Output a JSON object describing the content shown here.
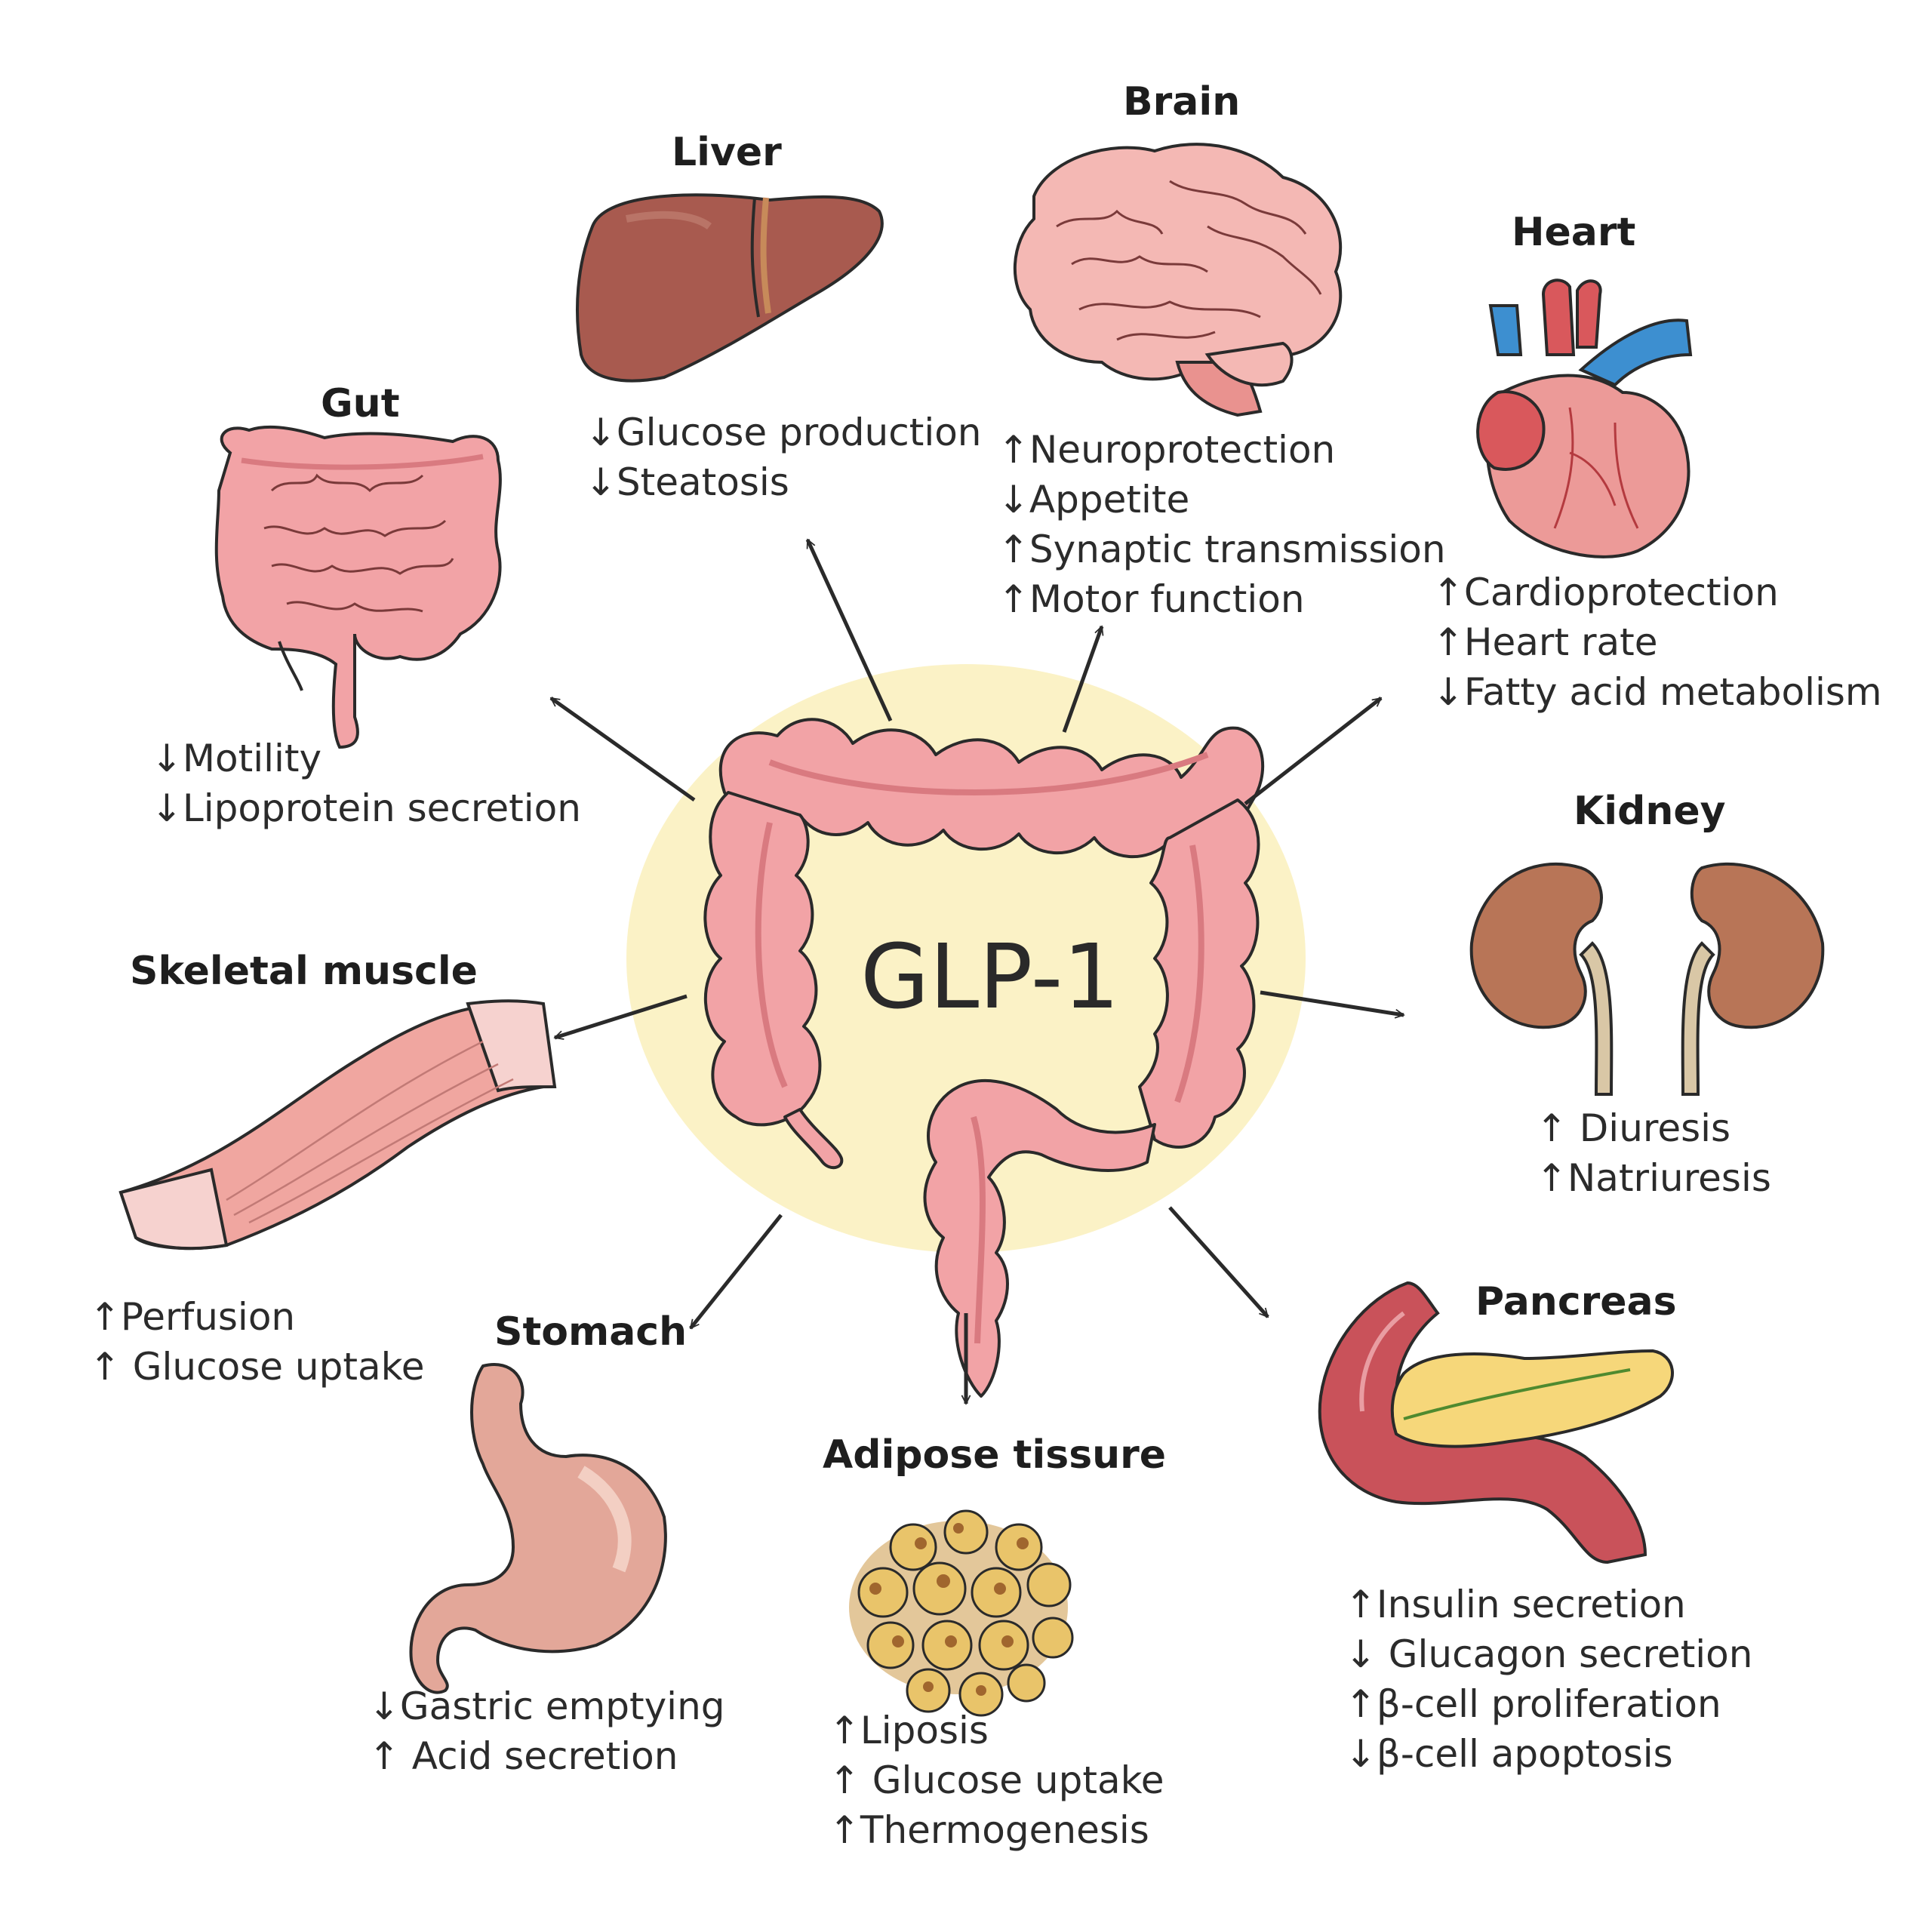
{
  "center": {
    "label": "GLP-1"
  },
  "organs": {
    "liver": {
      "title": "Liver",
      "effects": [
        {
          "dir": "↓",
          "text": "Glucose production"
        },
        {
          "dir": "↓",
          "text": "Steatosis"
        }
      ]
    },
    "brain": {
      "title": "Brain",
      "effects": [
        {
          "dir": "↑",
          "text": "Neuroprotection"
        },
        {
          "dir": "↓",
          "text": "Appetite"
        },
        {
          "dir": "↑",
          "text": "Synaptic transmission"
        },
        {
          "dir": "↑",
          "text": "Motor function"
        }
      ]
    },
    "heart": {
      "title": "Heart",
      "effects": [
        {
          "dir": "↑",
          "text": "Cardioprotection"
        },
        {
          "dir": "↑",
          "text": "Heart rate"
        },
        {
          "dir": "↓",
          "text": "Fatty acid metabolism"
        }
      ]
    },
    "gut": {
      "title": "Gut",
      "effects": [
        {
          "dir": "↓",
          "text": "Motility"
        },
        {
          "dir": "↓",
          "text": "Lipoprotein secretion"
        }
      ]
    },
    "kidney": {
      "title": "Kidney",
      "effects": [
        {
          "dir": "↑",
          "text": " Diuresis"
        },
        {
          "dir": "↑",
          "text": "Natriuresis"
        }
      ]
    },
    "muscle": {
      "title": "Skeletal muscle",
      "effects": [
        {
          "dir": "↑",
          "text": "Perfusion"
        },
        {
          "dir": "↑",
          "text": " Glucose uptake"
        }
      ]
    },
    "stomach": {
      "title": "Stomach",
      "effects": [
        {
          "dir": "↓",
          "text": "Gastric emptying"
        },
        {
          "dir": "↑",
          "text": " Acid secretion"
        }
      ]
    },
    "adipose": {
      "title": "Adipose tissure",
      "effects": [
        {
          "dir": "↑",
          "text": "Liposis"
        },
        {
          "dir": "↑",
          "text": " Glucose uptake"
        },
        {
          "dir": "↑",
          "text": "Thermogenesis"
        }
      ]
    },
    "pancreas": {
      "title": "Pancreas",
      "effects": [
        {
          "dir": "↑",
          "text": "Insulin secretion"
        },
        {
          "dir": "↓",
          "text": " Glucagon secretion"
        },
        {
          "dir": "↑",
          "text": "β-cell proliferation"
        },
        {
          "dir": "↓",
          "text": "β-cell apoptosis"
        }
      ]
    }
  },
  "colors": {
    "center_disc": "#fbf2c6",
    "intestine": "#f2a3a6",
    "intestine_dark": "#d97a80",
    "liver": "#a85a4f",
    "brain": "#f4b8b4",
    "heart_red": "#d9585c",
    "heart_blue": "#3d8fd0",
    "kidney": "#b87557",
    "muscle": "#f0a6a0",
    "stomach": "#e3a799",
    "adipose": "#e9c46a",
    "pancreas_red": "#c9525a",
    "pancreas_yellow": "#f6d77a",
    "outline": "#2a2a2a"
  }
}
